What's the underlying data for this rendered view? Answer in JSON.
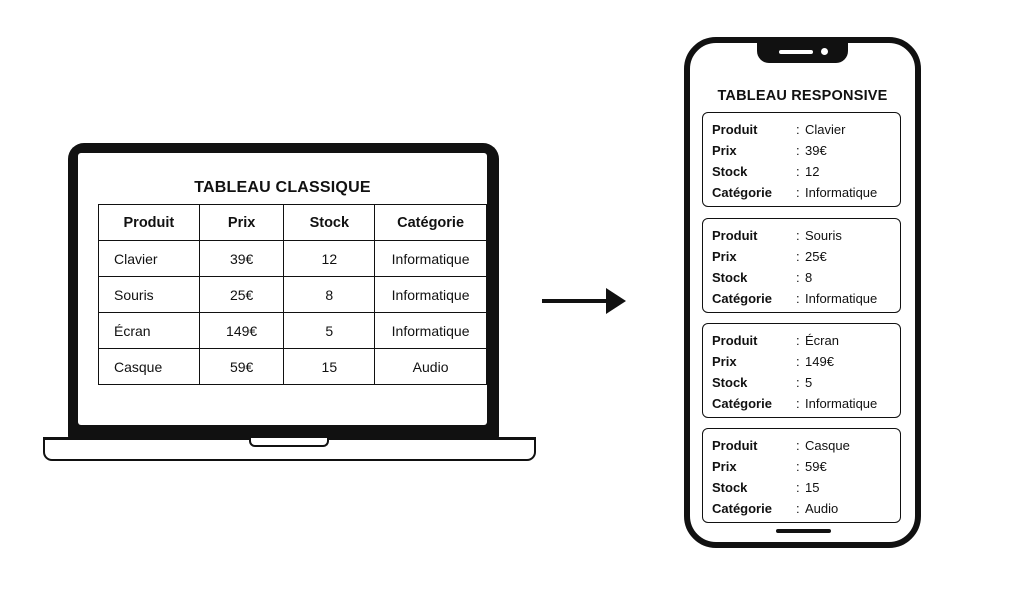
{
  "laptop": {
    "title": "TABLEAU CLASSIQUE",
    "headers": [
      "Produit",
      "Prix",
      "Stock",
      "Catégorie"
    ],
    "rows": [
      [
        "Clavier",
        "39€",
        "12",
        "Informatique"
      ],
      [
        "Souris",
        "25€",
        "8",
        "Informatique"
      ],
      [
        "Écran",
        "149€",
        "5",
        "Informatique"
      ],
      [
        "Casque",
        "59€",
        "15",
        "Audio"
      ]
    ]
  },
  "phone": {
    "title": "TABLEAU RESPONSIVE",
    "separator": ":",
    "labels": [
      "Produit",
      "Prix",
      "Stock",
      "Catégorie"
    ],
    "cards": [
      [
        "Clavier",
        "39€",
        "12",
        "Informatique"
      ],
      [
        "Souris",
        "25€",
        "8",
        "Informatique"
      ],
      [
        "Écran",
        "149€",
        "5",
        "Informatique"
      ],
      [
        "Casque",
        "59€",
        "15",
        "Audio"
      ]
    ]
  },
  "colors": {
    "ink": "#111111",
    "background": "#ffffff"
  },
  "icons": {
    "arrow": "arrow-right-icon"
  }
}
